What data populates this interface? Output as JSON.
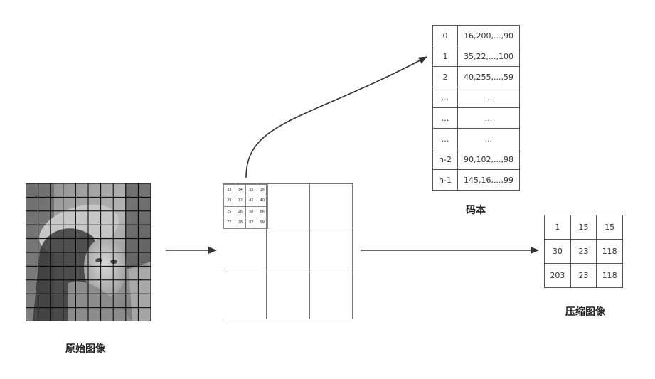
{
  "captions": {
    "original": "原始图像",
    "codebook": "码本",
    "compressed": "压缩图像"
  },
  "block_values": [
    [
      "33",
      "34",
      "35",
      "36"
    ],
    [
      "28",
      "12",
      "42",
      "40"
    ],
    [
      "25",
      "26",
      "50",
      "66"
    ],
    [
      "77",
      "28",
      "87",
      "99"
    ]
  ],
  "codebook": [
    {
      "index": "0",
      "vector": "16,200,...,90"
    },
    {
      "index": "1",
      "vector": "35,22,...,100"
    },
    {
      "index": "2",
      "vector": "40,255,...,59"
    },
    {
      "index": "...",
      "vector": "..."
    },
    {
      "index": "...",
      "vector": "..."
    },
    {
      "index": "...",
      "vector": "..."
    },
    {
      "index": "n-2",
      "vector": "90,102,...,98"
    },
    {
      "index": "n-1",
      "vector": "145,16,...,99"
    }
  ],
  "compressed_values": [
    [
      "1",
      "15",
      "15"
    ],
    [
      "30",
      "23",
      "118"
    ],
    [
      "203",
      "23",
      "118"
    ]
  ],
  "colors": {
    "arrow": "#333333",
    "grid_line": "#000000"
  }
}
